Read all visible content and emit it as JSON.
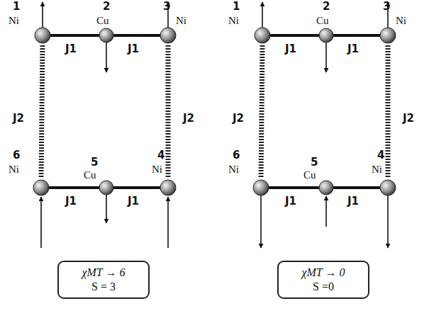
{
  "diagram": {
    "nodes": [
      {
        "text": [
          "χMT → 6",
          "S = 3"
        ]
      },
      {
        "text": [
          "χMT → 0",
          "S =0"
        ]
      }
    ],
    "labels": [
      "1",
      "Ni",
      "2",
      "Cu",
      "3",
      "Ni",
      "J1",
      "J1",
      "J2",
      "J2",
      "6",
      "Ni",
      "5",
      "Cu",
      "4",
      "Ni",
      "J1",
      "J1",
      "1",
      "Ni",
      "2",
      "Cu",
      "3",
      "Ni",
      "J1",
      "J1",
      "J2",
      "J2",
      "6",
      "Ni",
      "5",
      "Cu",
      "4",
      "Ni",
      "J1",
      "J1"
    ]
  }
}
